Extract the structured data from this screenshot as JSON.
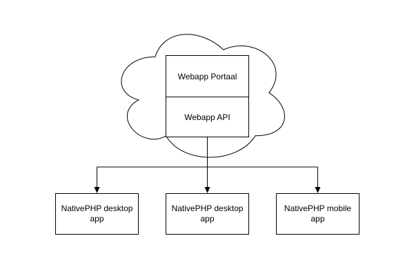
{
  "colors": {
    "background": "#ffffff",
    "shape_fill": "#ffffff",
    "stroke": "#000000",
    "text": "#000000"
  },
  "cloud_stack": {
    "portal_label": "Webapp Portaal",
    "api_label": "Webapp API"
  },
  "app_nodes": [
    {
      "label": "NativePHP desktop app"
    },
    {
      "label": "NativePHP desktop app"
    },
    {
      "label": "NativePHP mobile app"
    }
  ]
}
